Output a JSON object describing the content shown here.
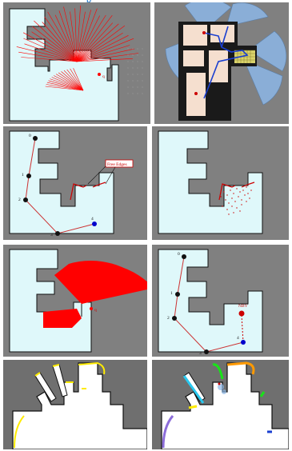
{
  "header": {
    "title_fragment": "p"
  },
  "colors": {
    "background": "#808080",
    "free_space": "#dff8fa",
    "wall_outline": "#101010",
    "rays": "#ff0000",
    "path": "#cc0000",
    "goal": "#0000cc",
    "free_edges_box_border": "#cc0000",
    "dark_map_bg": "#6f6f6f",
    "map_free": "#ffffff",
    "frontier_yellow": "#ffeb00",
    "frontier_cyan": "#29c8ef",
    "frontier_green": "#18e318",
    "frontier_orange": "#ff9a00",
    "frontier_purple": "#8c6dd9",
    "fov_fill": "#8cb6e6",
    "room_fill": "#f5dfcf",
    "checker": "#d9d26b"
  },
  "panels": [
    {
      "id": "p1",
      "robot_label": "q"
    },
    {
      "id": "p2"
    },
    {
      "id": "p3",
      "waypoints": [
        "0",
        "1",
        "2",
        "3",
        "4"
      ],
      "free_edges_label": "Free Edges"
    },
    {
      "id": "p4"
    },
    {
      "id": "p5",
      "robot_label": "q"
    },
    {
      "id": "p6",
      "waypoints": [
        "0",
        "1",
        "2",
        "3",
        "4"
      ],
      "nbv_label": "NBV"
    },
    {
      "id": "p7"
    },
    {
      "id": "p8"
    }
  ]
}
